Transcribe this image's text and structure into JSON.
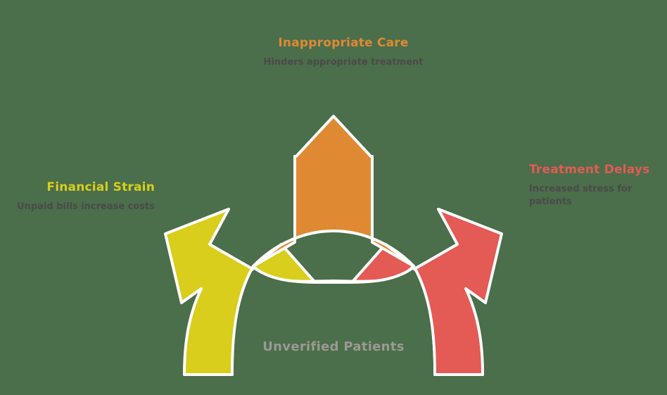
{
  "diagram": {
    "type": "radial-arrow-consequences",
    "background_color": "#4b6e4b",
    "core": {
      "label": "Unverified Patients",
      "color": "#9a9a93"
    },
    "branches": [
      {
        "id": "financial-strain",
        "title": "Financial Strain",
        "description": "Unpaid bills increase costs",
        "color": "#d8ce1b",
        "direction": "up-left"
      },
      {
        "id": "inappropriate-care",
        "title": "Inappropriate Care",
        "description": "Hinders appropriate treatment",
        "color": "#df8a33",
        "direction": "up"
      },
      {
        "id": "treatment-delays",
        "title": "Treatment Delays",
        "description": "Increased stress for patients",
        "color": "#e45a55",
        "direction": "up-right"
      }
    ],
    "separator_color": "#ffffff",
    "description_color": "#4a4a4a"
  }
}
